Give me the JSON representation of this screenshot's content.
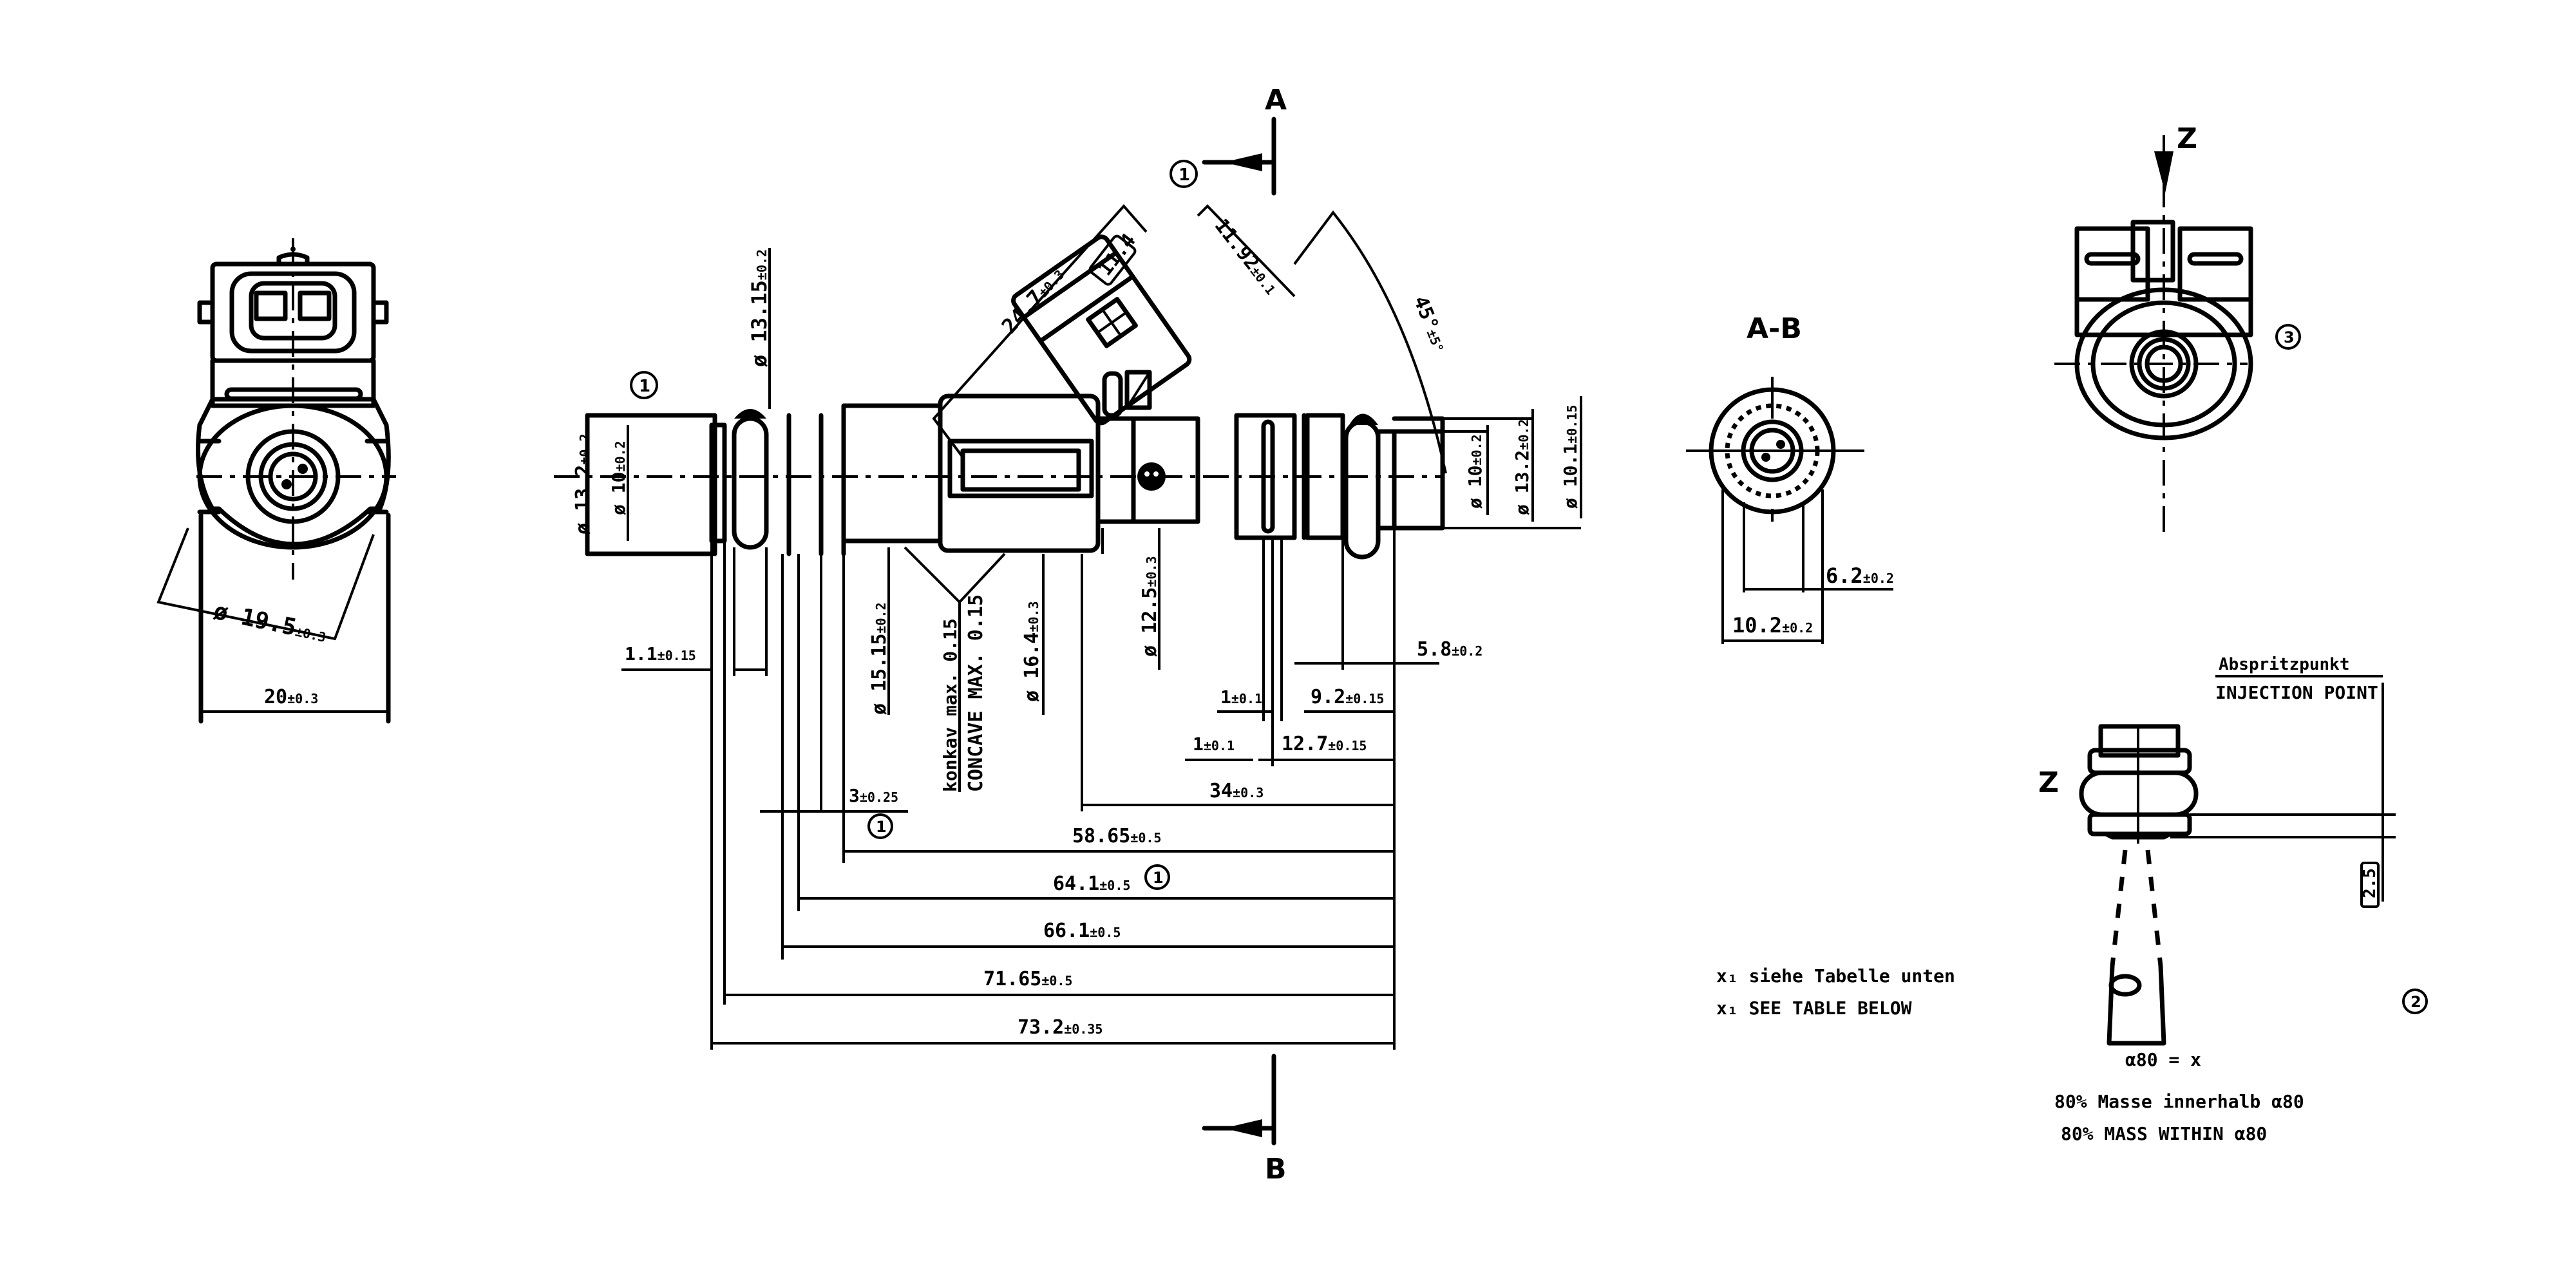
{
  "drawing": {
    "views": {
      "front_view": {
        "name": "connector front view"
      },
      "side_view": {
        "name": "injector side view"
      },
      "section_ab": {
        "title": "A-B"
      },
      "top_view": {
        "name": "view Z",
        "marker": "Z"
      },
      "spray_view": {
        "marker": "Z"
      }
    },
    "section_markers": {
      "top": "A",
      "bottom": "B"
    },
    "front_view_dims": {
      "diameter": {
        "value": "ø 19.5",
        "tol": "±0.3"
      },
      "width": {
        "value": "20",
        "tol": "±0.3"
      }
    },
    "side_view_dims": {
      "left_dia_outer": {
        "value": "ø 13.2",
        "tol": "±0.2"
      },
      "left_dia_inner": {
        "value": "ø 10",
        "tol": "±0.2"
      },
      "top_dia": {
        "value": "ø 13.15",
        "tol": "±0.2"
      },
      "conn_length": {
        "value": "24.7",
        "tol": "±0.3"
      },
      "conn_box": {
        "value": "11.4"
      },
      "conn_width": {
        "value": "11.92",
        "tol": "±0.1"
      },
      "angle": {
        "value": "45°",
        "tol": "±5°"
      },
      "right_dia_inner": {
        "value": "ø 10",
        "tol": "±0.2"
      },
      "right_dia_outer": {
        "value": "ø 13.2",
        "tol": "±0.2"
      },
      "right_dia_tip": {
        "value": "ø 10.1",
        "tol": "±0.15"
      },
      "dia_15_15": {
        "value": "ø 15.15",
        "tol": "±0.2"
      },
      "concave_de": "konkav max. 0.15",
      "concave_en": "CONCAVE MAX. 0.15",
      "dia_16_4": {
        "value": "ø 16.4",
        "tol": "±0.3"
      },
      "dia_12_5": {
        "value": "ø 12.5",
        "tol": "±0.3"
      },
      "d_1_1": {
        "value": "1.1",
        "tol": "±0.15"
      },
      "d_3": {
        "value": "3",
        "tol": "±0.25"
      },
      "d_1a": {
        "value": "1",
        "tol": "±0.1"
      },
      "d_9_2": {
        "value": "9.2",
        "tol": "±0.15"
      },
      "d_5_8": {
        "value": "5.8",
        "tol": "±0.2"
      },
      "d_1b": {
        "value": "1",
        "tol": "±0.1"
      },
      "d_12_7": {
        "value": "12.7",
        "tol": "±0.15"
      },
      "d_34": {
        "value": "34",
        "tol": "±0.3"
      },
      "d_58_65": {
        "value": "58.65",
        "tol": "±0.5"
      },
      "d_64_1": {
        "value": "64.1",
        "tol": "±0.5"
      },
      "d_66_1": {
        "value": "66.1",
        "tol": "±0.5"
      },
      "d_71_65": {
        "value": "71.65",
        "tol": "±0.5"
      },
      "d_73_2": {
        "value": "73.2",
        "tol": "±0.35"
      }
    },
    "section_dims": {
      "d_6_2": {
        "value": "6.2",
        "tol": "±0.2"
      },
      "d_10_2": {
        "value": "10.2",
        "tol": "±0.2"
      }
    },
    "callouts": {
      "c1": "1",
      "c2": "2",
      "c3": "3"
    },
    "injection_point": {
      "de": "Abspritzpunkt",
      "en": "INJECTION POINT",
      "dim": "2.5"
    },
    "notes": {
      "x_de": "x₁  siehe Tabelle unten",
      "x_en": "x₁  SEE TABLE BELOW",
      "alpha": "α80 = x",
      "mass_de": "80% Masse innerhalb α80",
      "mass_en": "80% MASS WITHIN α80"
    }
  }
}
